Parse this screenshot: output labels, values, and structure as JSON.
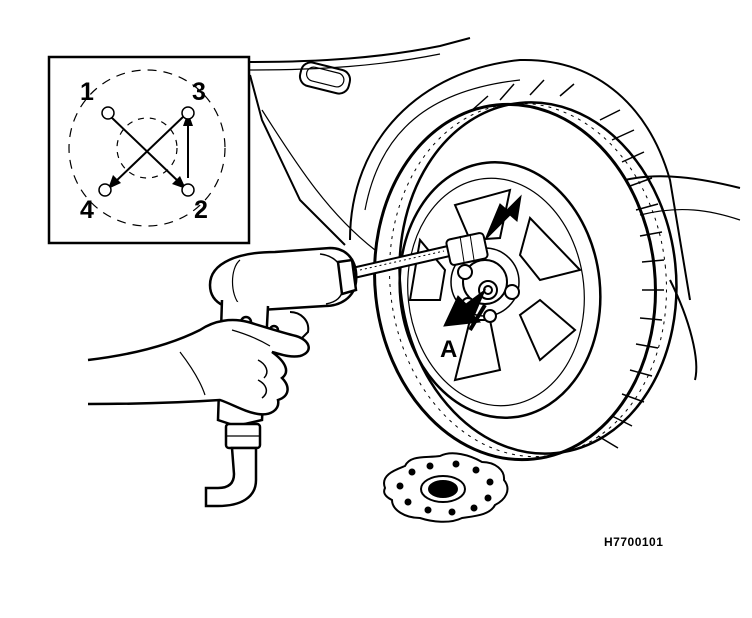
{
  "inset": {
    "labels": {
      "n1": "1",
      "n2": "2",
      "n3": "3",
      "n4": "4"
    }
  },
  "callout": {
    "a": "A"
  },
  "figure_code": "H7700101",
  "colors": {
    "line": "#000000",
    "background": "#ffffff"
  }
}
